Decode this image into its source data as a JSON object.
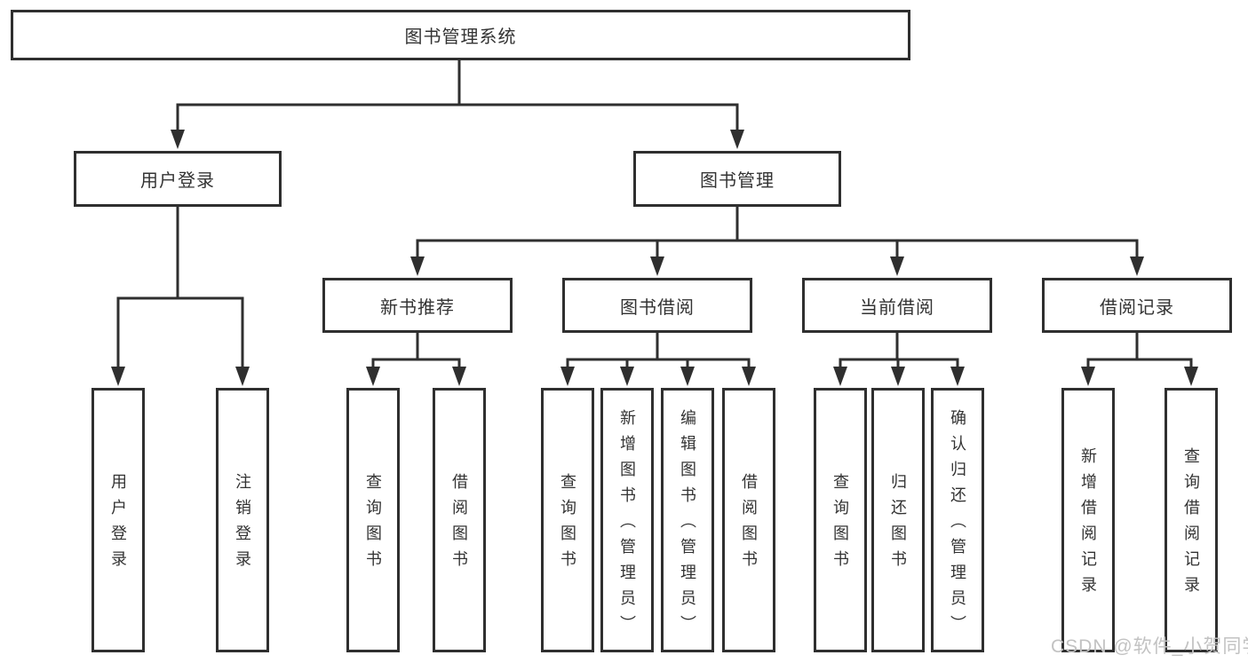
{
  "tree": {
    "label": "图书管理系统",
    "children": [
      {
        "label": "用户登录",
        "children": [
          {
            "label": "用户登录"
          },
          {
            "label": "注销登录"
          }
        ]
      },
      {
        "label": "图书管理",
        "children": [
          {
            "label": "新书推荐",
            "children": [
              {
                "label": "查询图书"
              },
              {
                "label": "借阅图书"
              }
            ]
          },
          {
            "label": "图书借阅",
            "children": [
              {
                "label": "查询图书"
              },
              {
                "label": "新增图书（管理员）"
              },
              {
                "label": "编辑图书（管理员）"
              },
              {
                "label": "借阅图书"
              }
            ]
          },
          {
            "label": "当前借阅",
            "children": [
              {
                "label": "查询图书"
              },
              {
                "label": "归还图书"
              },
              {
                "label": "确认归还（管理员）"
              }
            ]
          },
          {
            "label": "借阅记录",
            "children": [
              {
                "label": "新增借阅记录"
              },
              {
                "label": "查询借阅记录"
              }
            ]
          }
        ]
      }
    ]
  },
  "watermark": {
    "text": "CSDN @软件_小贺同学"
  },
  "colors": {
    "line": "#2f2f2f",
    "text": "#333333",
    "watermark": "#c2c2c2",
    "background": "#ffffff"
  }
}
